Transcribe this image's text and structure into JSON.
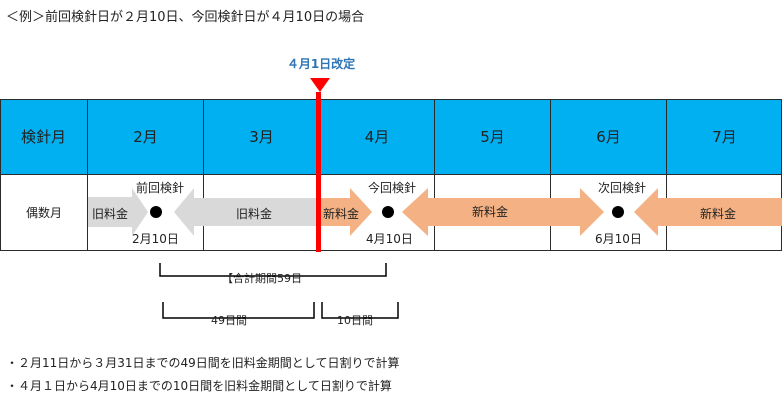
{
  "header": {
    "example": "＜例＞前回検針日が２月10日、今回検針日が４月10日の場合"
  },
  "revision_label": "４月1日改定",
  "table": {
    "corner_label": "検針月",
    "months": [
      "2月",
      "3月",
      "4月",
      "5月",
      "6月",
      "7月"
    ],
    "row_label": "偶数月"
  },
  "timeline": {
    "prev_reading": {
      "label": "前回検針",
      "date": "2月10日"
    },
    "curr_reading": {
      "label": "今回検針",
      "date": "4月10日"
    },
    "next_reading": {
      "label": "次回検針",
      "date": "6月10日"
    },
    "arrows": {
      "old_a": "旧料金",
      "old_b": "旧料金",
      "new_a": "新料金",
      "new_b": "新料金",
      "new_c": "新料金"
    }
  },
  "periods": {
    "total": "【合計期間59日",
    "old_days": "49日間",
    "new_days": "10日間"
  },
  "notes": [
    "・２月11日から３月31日までの49日間を旧料金期間として日割りで計算",
    "・４月１日から4月10日までの10日間を旧料金期間として日割りで計算"
  ],
  "colors": {
    "header_bg": "#00b0f0",
    "old_arrow": "#d9d9d9",
    "new_arrow": "#f4b183",
    "revision_marker": "#ff0000",
    "revision_text": "#2e75b6"
  }
}
